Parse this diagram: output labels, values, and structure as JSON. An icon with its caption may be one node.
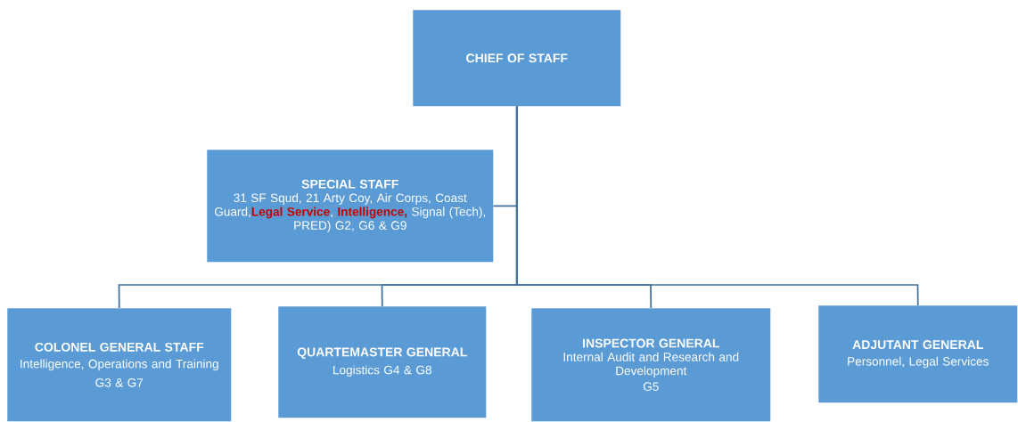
{
  "diagram": {
    "nodes": [
      {
        "text": [
          "CHIEF OF STAFF"
        ]
      },
      {
        "text": [
          "SPECIAL STAFF",
          "31 SF Squd, 21 Arty Coy, Air Corps, Coast Guard,**Legal Service**, **Intelligence,** Signal (Tech), PRED) G2, G6 & G9"
        ]
      },
      {
        "text": [
          "COLONEL GENERAL STAFF",
          "Intelligence, Operations and Training",
          "G3 & G7"
        ]
      },
      {
        "text": [
          "QUARTEMASTER GENERAL",
          "Logistics  G4 & G8"
        ]
      },
      {
        "text": [
          "INSPECTOR GENERAL",
          "Internal Audit and Research and Development",
          "G5"
        ]
      },
      {
        "text": [
          "ADJUTANT GENERAL",
          "Personnel, Legal Services"
        ]
      }
    ],
    "edges": [
      {
        "from": 0,
        "to": 1,
        "arrow": "none"
      },
      {
        "from": 0,
        "to": 2,
        "arrow": "none"
      },
      {
        "from": 0,
        "to": 3,
        "arrow": "none"
      },
      {
        "from": 0,
        "to": 4,
        "arrow": "none"
      },
      {
        "from": 0,
        "to": 5,
        "arrow": "none"
      }
    ]
  }
}
